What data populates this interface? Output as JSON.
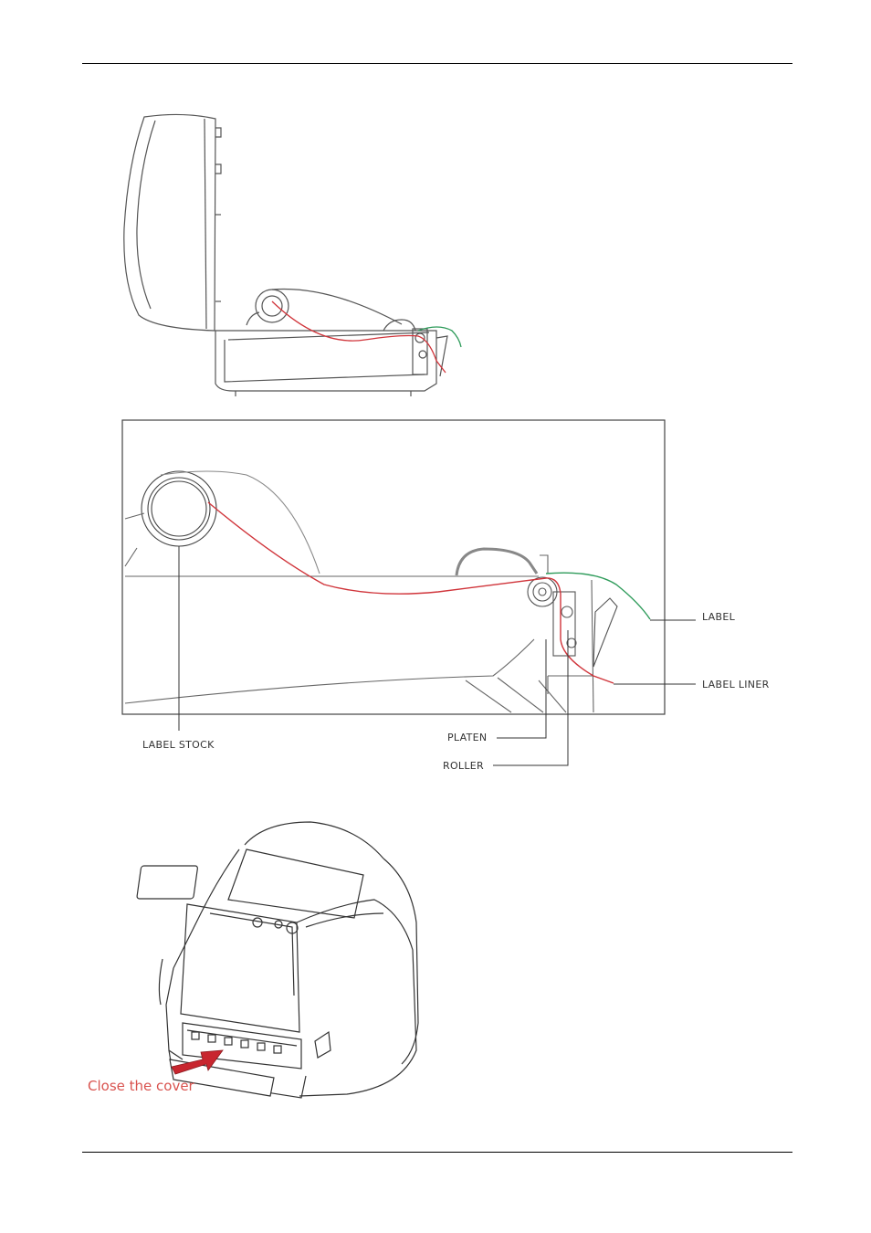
{
  "labels": {
    "label": "LABEL",
    "label_liner": "LABEL LINER",
    "label_stock": "LABEL STOCK",
    "platen": "PLATEN",
    "roller": "ROLLER",
    "close_cover": "Close the cover"
  },
  "colors": {
    "paper_path": "#d0343a",
    "label_path": "#2e9b5a",
    "line_art": "#555555",
    "caption": "#d9534f"
  },
  "icons": {
    "arrow": "red-push-arrow-icon"
  }
}
